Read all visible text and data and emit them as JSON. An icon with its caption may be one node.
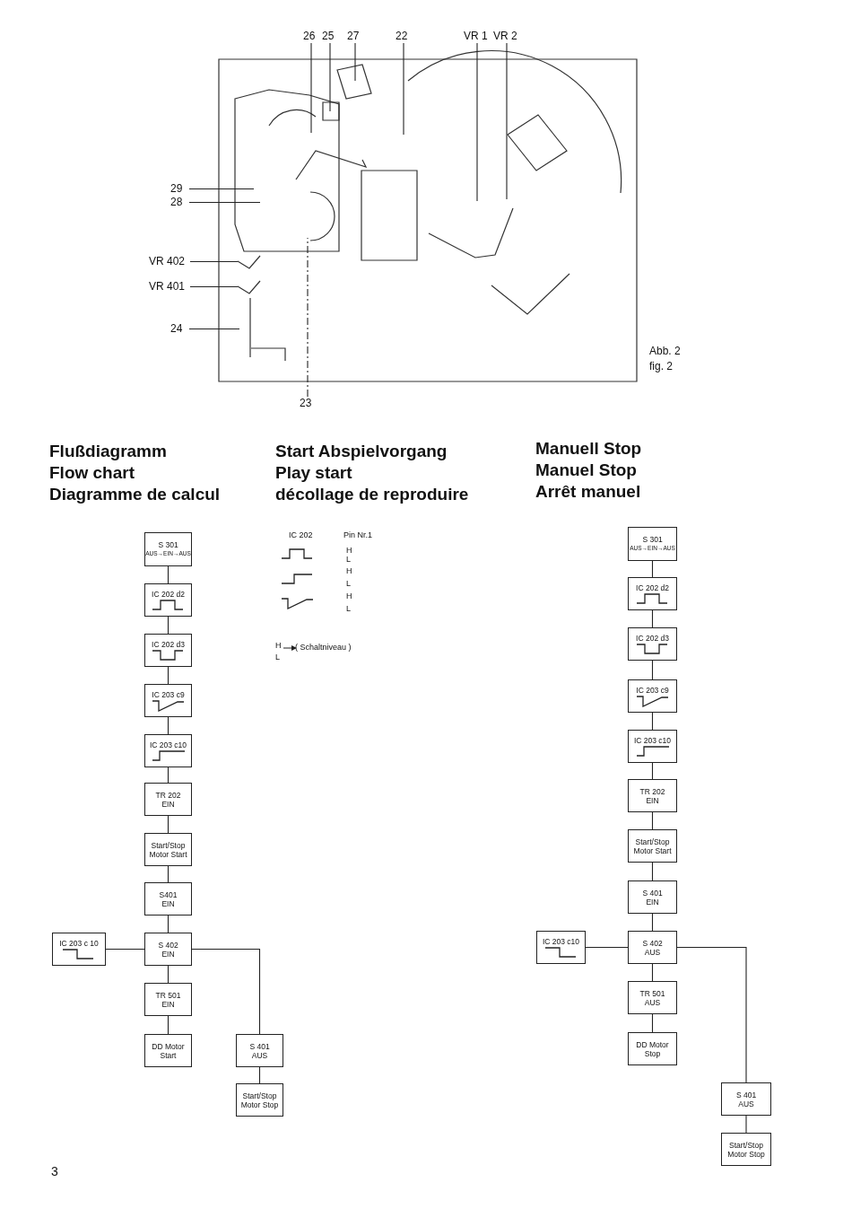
{
  "diagram": {
    "nodes": [
      {
        "text": [
          "26"
        ]
      },
      {
        "text": [
          "25"
        ]
      },
      {
        "text": [
          "27"
        ]
      },
      {
        "text": [
          "22"
        ]
      },
      {
        "text": [
          "VR 1"
        ]
      },
      {
        "text": [
          "VR 2"
        ]
      },
      {
        "text": [
          "29"
        ]
      },
      {
        "text": [
          "28"
        ]
      },
      {
        "text": [
          "VR 402"
        ]
      },
      {
        "text": [
          "VR 401"
        ]
      },
      {
        "text": [
          "24"
        ]
      },
      {
        "text": [
          "23"
        ]
      },
      {
        "text": [
          "S 301",
          "AUS→EIN→AUS"
        ]
      },
      {
        "text": [
          "IC 202 d2"
        ]
      },
      {
        "text": [
          "IC 202 d3"
        ]
      },
      {
        "text": [
          "IC 203 c9"
        ]
      },
      {
        "text": [
          "IC 203 c10"
        ]
      },
      {
        "text": [
          "TR 202",
          "EIN"
        ]
      },
      {
        "text": [
          "Start/Stop Motor Start"
        ]
      },
      {
        "text": [
          "S401",
          "EIN"
        ]
      },
      {
        "text": [
          "IC 203 c 10"
        ]
      },
      {
        "text": [
          "S 402",
          "EIN"
        ]
      },
      {
        "text": [
          "TR 501",
          "EIN"
        ]
      },
      {
        "text": [
          "DD Motor Start"
        ]
      },
      {
        "text": [
          "S 401",
          "AUS"
        ]
      },
      {
        "text": [
          "Start/Stop Motor Stop"
        ]
      },
      {
        "text": [
          "S 301",
          "AUS→EIN→AUS"
        ]
      },
      {
        "text": [
          "IC 202 d2"
        ]
      },
      {
        "text": [
          "IC 202 d3"
        ]
      },
      {
        "text": [
          "IC 203 c9"
        ]
      },
      {
        "text": [
          "IC 203 c10"
        ]
      },
      {
        "text": [
          "TR 202",
          "EIN"
        ]
      },
      {
        "text": [
          "Start/Stop Motor Start"
        ]
      },
      {
        "text": [
          "S 401",
          "EIN"
        ]
      },
      {
        "text": [
          "IC 203 c10"
        ]
      },
      {
        "text": [
          "S 402",
          "AUS"
        ]
      },
      {
        "text": [
          "TR 501",
          "AUS"
        ]
      },
      {
        "text": [
          "DD Motor Stop"
        ]
      },
      {
        "text": [
          "S 401",
          "AUS"
        ]
      },
      {
        "text": [
          "Start/Stop Motor Stop"
        ]
      }
    ],
    "edges": [
      {
        "from": 0,
        "to": null,
        "arrow": "none"
      },
      {
        "from": 1,
        "to": null,
        "arrow": "none"
      },
      {
        "from": 2,
        "to": null,
        "arrow": "none"
      },
      {
        "from": 3,
        "to": null,
        "arrow": "none"
      },
      {
        "from": 4,
        "to": null,
        "arrow": "none"
      },
      {
        "from": 5,
        "to": null,
        "arrow": "none"
      },
      {
        "from": 6,
        "to": null,
        "arrow": "none"
      },
      {
        "from": 7,
        "to": null,
        "arrow": "none"
      },
      {
        "from": 8,
        "to": null,
        "arrow": "none"
      },
      {
        "from": 9,
        "to": null,
        "arrow": "none"
      },
      {
        "from": 10,
        "to": null,
        "arrow": "none"
      },
      {
        "from": 11,
        "to": null,
        "arrow": "none",
        "style": "dashed"
      },
      {
        "from": 12,
        "to": 13,
        "arrow": "none"
      },
      {
        "from": 13,
        "to": 14,
        "arrow": "none"
      },
      {
        "from": 14,
        "to": 15,
        "arrow": "none"
      },
      {
        "from": 15,
        "to": 16,
        "arrow": "none"
      },
      {
        "from": 16,
        "to": 17,
        "arrow": "none"
      },
      {
        "from": 17,
        "to": 18,
        "arrow": "none"
      },
      {
        "from": 18,
        "to": 19,
        "arrow": "none"
      },
      {
        "from": 19,
        "to": 21,
        "arrow": "none"
      },
      {
        "from": 20,
        "to": 21,
        "arrow": "none"
      },
      {
        "from": 21,
        "to": 22,
        "arrow": "none"
      },
      {
        "from": 22,
        "to": 23,
        "arrow": "none"
      },
      {
        "from": 21,
        "to": 24,
        "arrow": "none"
      },
      {
        "from": 24,
        "to": 25,
        "arrow": "none"
      },
      {
        "from": 26,
        "to": 27,
        "arrow": "none"
      },
      {
        "from": 27,
        "to": 28,
        "arrow": "none"
      },
      {
        "from": 28,
        "to": 29,
        "arrow": "none"
      },
      {
        "from": 29,
        "to": 30,
        "arrow": "none"
      },
      {
        "from": 30,
        "to": 31,
        "arrow": "none"
      },
      {
        "from": 31,
        "to": 32,
        "arrow": "none"
      },
      {
        "from": 32,
        "to": 33,
        "arrow": "none"
      },
      {
        "from": 33,
        "to": 35,
        "arrow": "none"
      },
      {
        "from": 34,
        "to": 35,
        "arrow": "none"
      },
      {
        "from": 35,
        "to": 36,
        "arrow": "none"
      },
      {
        "from": 36,
        "to": 37,
        "arrow": "none"
      },
      {
        "from": 35,
        "to": 38,
        "arrow": "none"
      },
      {
        "from": 38,
        "to": 39,
        "arrow": "none"
      }
    ],
    "labels": [
      "Abb. 2",
      "fig. 2",
      "Flußdiagramm",
      "Flow chart",
      "Diagramme de calcul",
      "Start Abspielvorgang",
      "Play start",
      "décollage de reproduire",
      "Manuell Stop",
      "Manuel Stop",
      "Arrêt manuel",
      "IC 202",
      "Pin Nr.1",
      "H",
      "L",
      "H",
      "L",
      "H",
      "L",
      "H",
      "L",
      "( Schaltniveau )",
      "3"
    ]
  }
}
